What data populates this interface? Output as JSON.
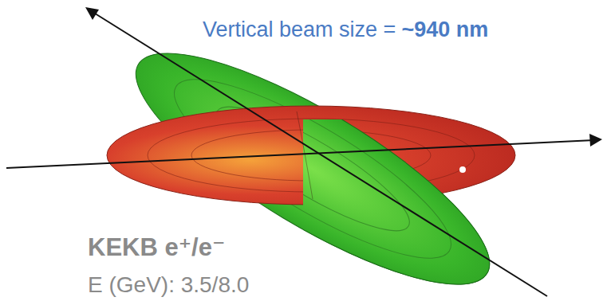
{
  "diagram": {
    "labels": [
      "Vertical beam size =",
      "~940 nm",
      "KEKB e⁺/e⁻",
      "E (GeV): 3.5/8.0"
    ]
  }
}
